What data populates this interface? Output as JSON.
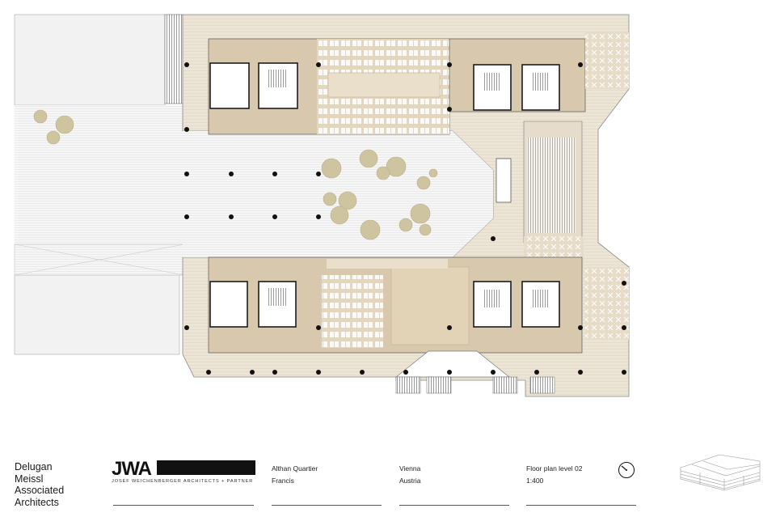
{
  "firm": {
    "name_lines": [
      "Delugan",
      "Meissl",
      "Associated",
      "Architects"
    ]
  },
  "partner_logo": {
    "mark": "JWA",
    "subtitle": "JOSEF WEICHENBERGER ARCHITECTS + PARTNER"
  },
  "project": {
    "name": "Althan Quartier",
    "sub": "Francis"
  },
  "location": {
    "city": "Vienna",
    "country": "Austria"
  },
  "drawing": {
    "title": "Floor plan level 02",
    "scale": "1:400"
  },
  "colors": {
    "slab": "#e9e1d2",
    "interior": "#d8c9ae",
    "walls": "#1c1c1c",
    "open_space": "#f2f2f2",
    "trees": "#cfc4a0",
    "background": "#ffffff"
  },
  "icons": {
    "north_arrow": "north-arrow-icon",
    "building_axonometric": "building-axonometric-icon"
  }
}
